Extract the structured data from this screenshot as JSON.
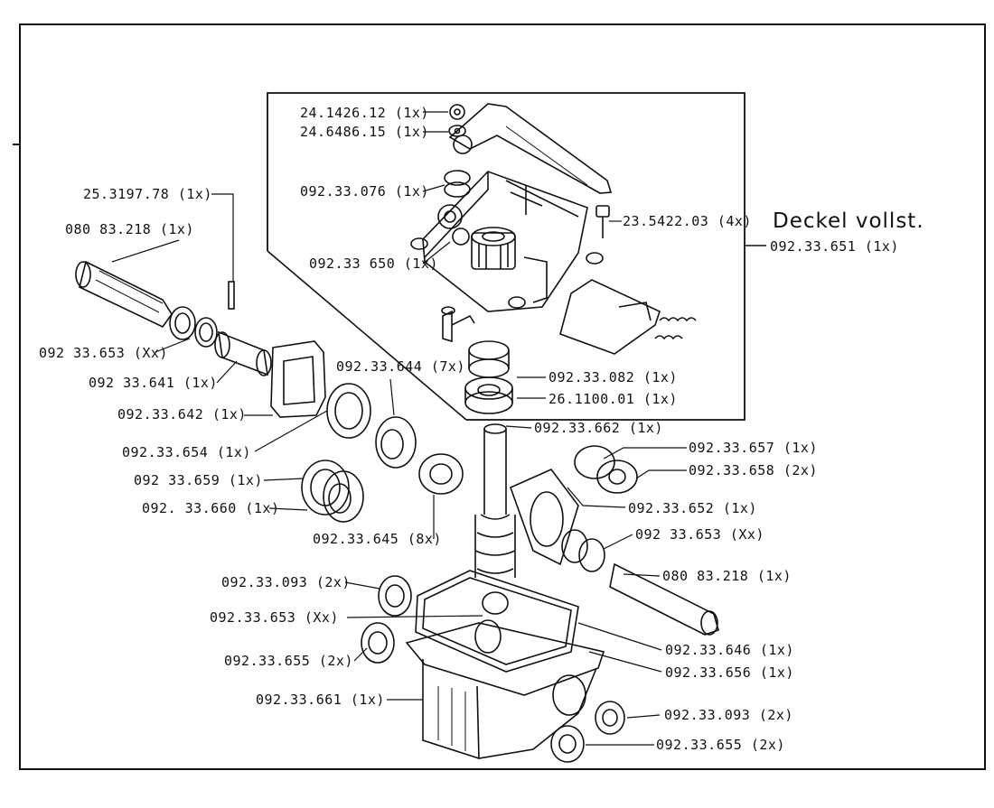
{
  "assembly": {
    "title": "Deckel vollst.",
    "part_number": "092.33.651 (1x)"
  },
  "callouts": [
    {
      "id": "c1",
      "text": "24.1426.12 (1x)"
    },
    {
      "id": "c2",
      "text": "24.6486.15 (1x)"
    },
    {
      "id": "c3",
      "text": "092.33.076 (1x)"
    },
    {
      "id": "c4",
      "text": "23.5422.03 (4x)"
    },
    {
      "id": "c5",
      "text": "092.33 650 (1x)"
    },
    {
      "id": "c6",
      "text": "25.3197.78 (1x)"
    },
    {
      "id": "c7",
      "text": "080 83.218 (1x)"
    },
    {
      "id": "c8",
      "text": "092 33.653 (Xx)"
    },
    {
      "id": "c9",
      "text": "092 33.641 (1x)"
    },
    {
      "id": "c10",
      "text": "092.33.642 (1x)"
    },
    {
      "id": "c11",
      "text": "092.33.644 (7x)"
    },
    {
      "id": "c12",
      "text": "092.33.082 (1x)"
    },
    {
      "id": "c13",
      "text": "26.1100.01 (1x)"
    },
    {
      "id": "c14",
      "text": "092.33.662 (1x)"
    },
    {
      "id": "c15",
      "text": "092.33.654 (1x)"
    },
    {
      "id": "c16",
      "text": "092.33.657 (1x)"
    },
    {
      "id": "c17",
      "text": "092 33.659 (1x)"
    },
    {
      "id": "c18",
      "text": "092.33.658 (2x)"
    },
    {
      "id": "c19",
      "text": "092. 33.660 (1x)"
    },
    {
      "id": "c20",
      "text": "092.33.652 (1x)"
    },
    {
      "id": "c21",
      "text": "092 33.653 (Xx)"
    },
    {
      "id": "c22",
      "text": "092.33.645 (8x)"
    },
    {
      "id": "c23",
      "text": "092.33.093 (2x)"
    },
    {
      "id": "c24",
      "text": "080 83.218 (1x)"
    },
    {
      "id": "c25",
      "text": "092.33.653 (Xx)"
    },
    {
      "id": "c26",
      "text": "092.33.646 (1x)"
    },
    {
      "id": "c27",
      "text": "092.33.655 (2x)"
    },
    {
      "id": "c28",
      "text": "092.33.656 (1x)"
    },
    {
      "id": "c29",
      "text": "092.33.661 (1x)"
    },
    {
      "id": "c30",
      "text": "092.33.093 (2x)"
    },
    {
      "id": "c31",
      "text": "092.33.655 (2x)"
    }
  ]
}
